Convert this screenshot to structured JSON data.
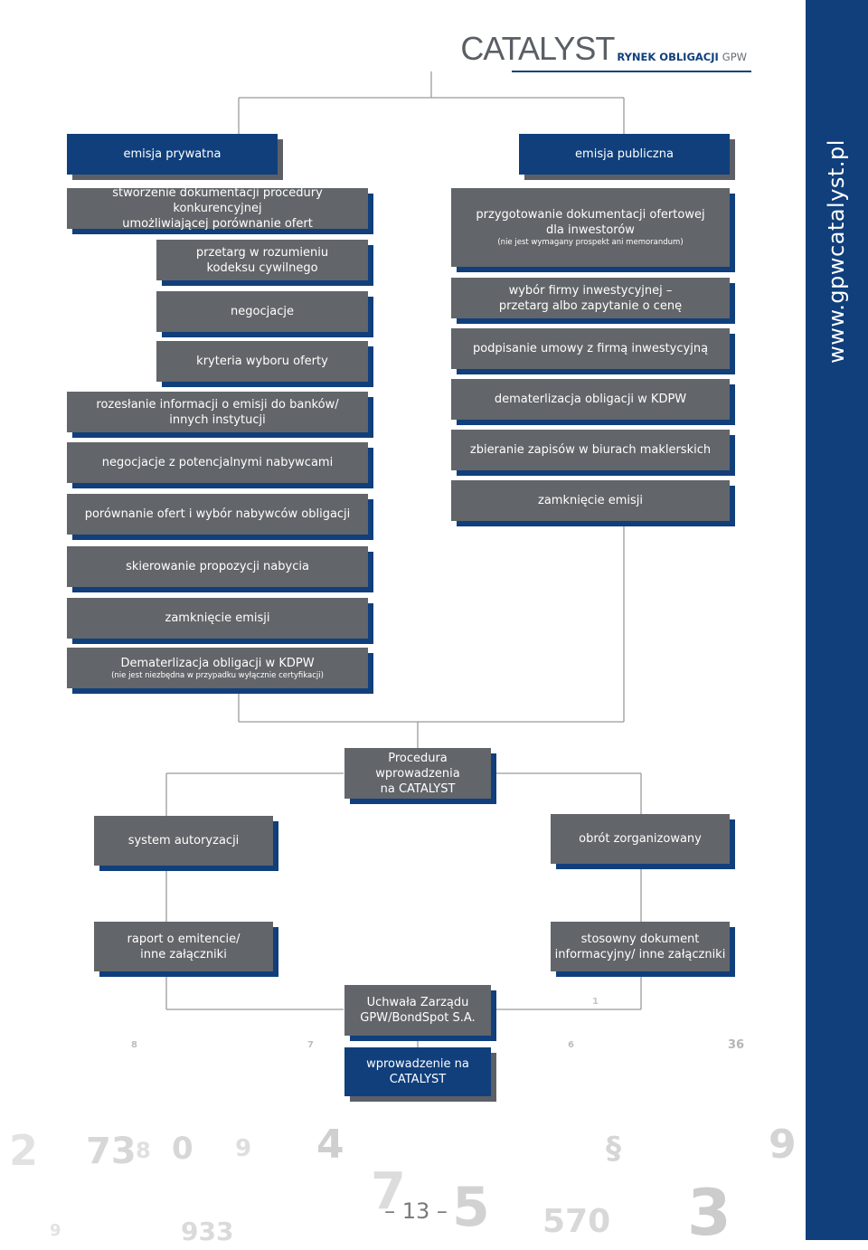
{
  "header": {
    "brand": "CATALYST",
    "sub_bold": "RYNEK OBLIGACJI",
    "sub_normal": "GPW"
  },
  "side_url": "www.gpwcatalyst.pl",
  "private": {
    "title": "emisja prywatna",
    "doc": [
      "stworzenie dokumentacji procedury konkurencyjnej",
      "umożliwiającej porównanie ofert"
    ],
    "tender": [
      "przetarg w rozumieniu",
      "kodeksu cywilnego"
    ],
    "negotiations": "negocjacje",
    "criteria": "kryteria wyboru oferty",
    "info": [
      "rozesłanie informacji o emisji do banków/",
      "innych instytucji"
    ],
    "buyers_negotiations": "negocjacje z potencjalnymi nabywcami",
    "compare": "porównanie ofert i wybór nabywców obligacji",
    "proposal": "skierowanie propozycji nabycia",
    "close": "zamknięcie emisji",
    "demat": "Dematerlizacja obligacji w KDPW",
    "demat_note": "(nie jest niezbędna w przypadku wyłącznie certyfikacji)"
  },
  "public": {
    "title": "emisja publiczna",
    "doc": [
      "przygotowanie dokumentacji ofertowej",
      "dla inwestorów"
    ],
    "doc_note": "(nie jest wymagany prospekt ani memorandum)",
    "firm": [
      "wybór firmy inwestycyjnej –",
      "przetarg albo zapytanie o cenę"
    ],
    "contract": "podpisanie umowy z firmą inwestycyjną",
    "demat": "dematerlizacja obligacji w KDPW",
    "subscriptions": "zbieranie zapisów w biurach maklerskich",
    "close": "zamknięcie emisji"
  },
  "procedure": {
    "title": [
      "Procedura wprowadzenia",
      "na CATALYST"
    ],
    "auth": "system autoryzacji",
    "organized": "obrót zorganizowany",
    "report": [
      "raport o emitencie/",
      "inne załączniki"
    ],
    "document": [
      "stosowny dokument",
      "informacyjny/ inne załączniki"
    ],
    "resolution": [
      "Uchwała Zarządu",
      "GPW/BondSpot S.A."
    ],
    "listing": [
      "wprowadzenie na",
      "CATALYST"
    ]
  },
  "page_number": "– 13 –",
  "colors": {
    "navy": "#103f7c",
    "gray": "#626569",
    "line": "#9a9a9a"
  }
}
